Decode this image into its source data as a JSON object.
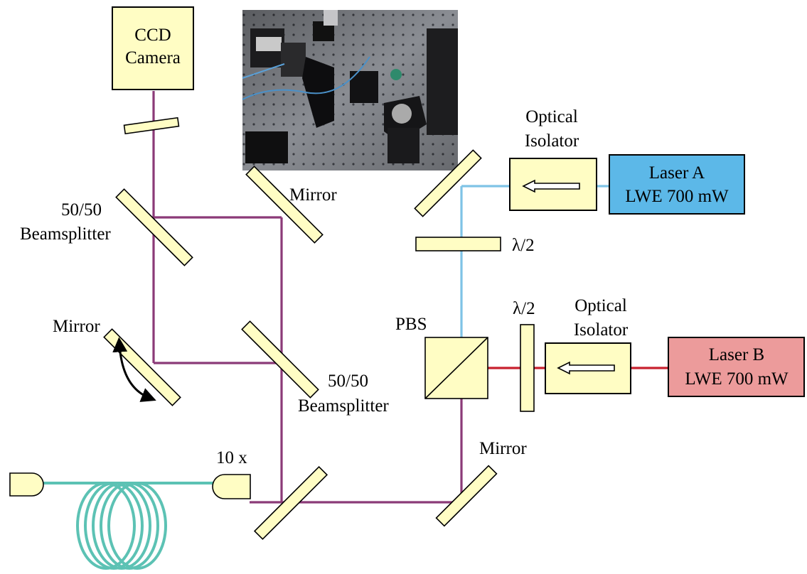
{
  "labels": {
    "ccd_line1": "CCD",
    "ccd_line2": "Camera",
    "mirror_top": "Mirror",
    "bs_top_line1": "50/50",
    "bs_top_line2": "Beamsplitter",
    "mirror_left": "Mirror",
    "bs_mid_line1": "50/50",
    "bs_mid_line2": "Beamsplitter",
    "objective": "10 x",
    "mirror_bottom": "Mirror",
    "pbs": "PBS",
    "halfwave_top": "λ/2",
    "halfwave_bottom": "λ/2",
    "isolator_top_line1": "Optical",
    "isolator_top_line2": "Isolator",
    "isolator_bottom_line1": "Optical",
    "isolator_bottom_line2": "Isolator",
    "laser_a_line1": "Laser A",
    "laser_a_line2": "LWE 700 mW",
    "laser_b_line1": "Laser B",
    "laser_b_line2": "LWE 700 mW"
  },
  "colors": {
    "beam_combined": "#8b3a78",
    "beam_laser_a": "#7fc3e6",
    "beam_laser_b": "#c8202e",
    "fiber": "#5cc2b4",
    "element_fill": "#fffdc4",
    "laser_a_fill": "#5cb8e8",
    "laser_b_fill": "#ec9b9b"
  },
  "photo": {
    "description_icon": "optical-table-photo"
  }
}
